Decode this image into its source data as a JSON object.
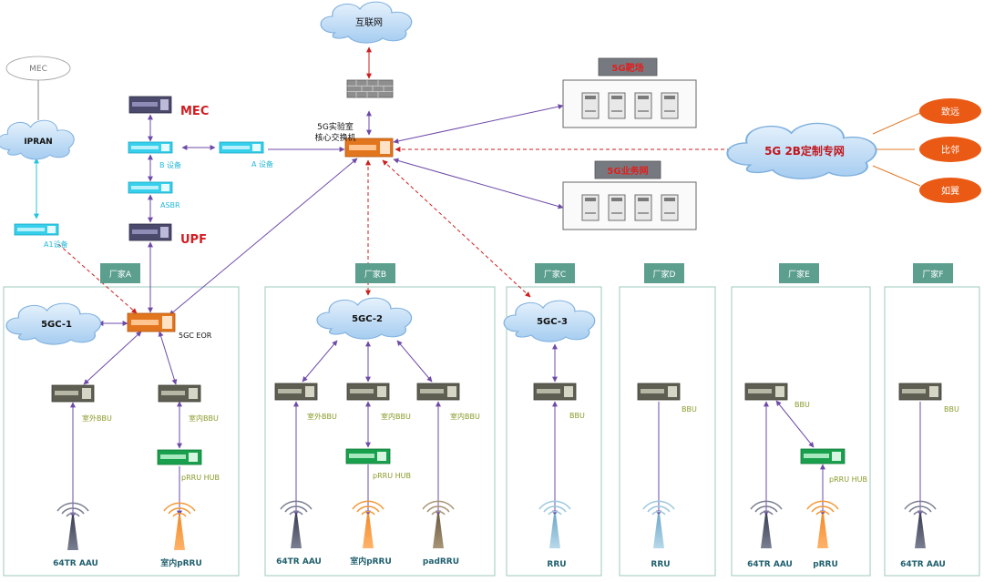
{
  "cloud_labels": {
    "internet": "互联网",
    "ipran": "IPRAN",
    "b2b": "5G 2B定制专网",
    "gc1": "5GC-1",
    "gc2": "5GC-2",
    "gc3": "5GC-3"
  },
  "mec_oval": "MEC",
  "red_labels": {
    "mec": "MEC",
    "upf": "UPF"
  },
  "device_labels": {
    "b_device": "B 设备",
    "a_device": "A 设备",
    "asbr": "ASBR",
    "a1_device": "A1设备",
    "core_switch_1": "5G实验室",
    "core_switch_2": "核心交换机",
    "eor": "5GC EOR"
  },
  "rooms": {
    "field": "5G靶场",
    "business": "5G业务网"
  },
  "customers": [
    "致远",
    "比邻",
    "如翼"
  ],
  "vendors": [
    "厂家A",
    "厂家B",
    "厂家C",
    "厂家D",
    "厂家E",
    "厂家F"
  ],
  "node_labels": {
    "outdoor_bbu": "室外BBU",
    "indoor_bbu": "室内BBU",
    "bbu": "BBU",
    "prru_hub": "pRRU HUB"
  },
  "antenna_labels": {
    "aau": "64TR AAU",
    "indoor_prru": "室内pRRU",
    "pad_rru": "padRRU",
    "rru": "RRU",
    "prru": "pRRU"
  },
  "colors": {
    "cyan": "#21c4e0",
    "purple": "#6e4aa8",
    "red": "#cc1e1e",
    "orange": "#e3792a",
    "green": "#17a24f",
    "server_gray": "#767a80",
    "vendor_green": "#5c9f8f",
    "cloud": "#9cc6ee"
  }
}
